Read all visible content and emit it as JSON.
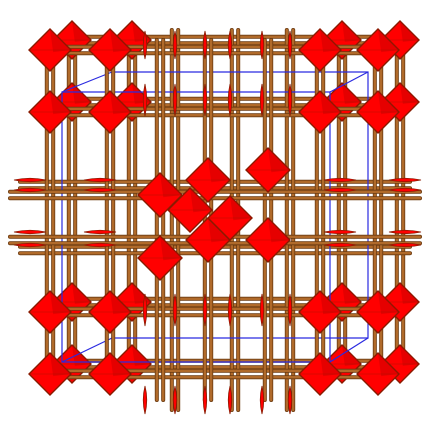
{
  "figure": {
    "background": "#ffffff",
    "colors": {
      "polyhedron": "#ff0000",
      "polyhedron_edge": "#8a1a00",
      "polyhedron_shade": "#b40000",
      "bond": "#b06a2a",
      "bond_edge": "#6b3a10",
      "unit_cell": "#2a2ae0"
    },
    "depicts": "crystal-framework",
    "unit_cell_shown": true,
    "components": [
      "unit-cell-box",
      "octahedral-node",
      "linker-bond",
      "thin-linker"
    ]
  }
}
